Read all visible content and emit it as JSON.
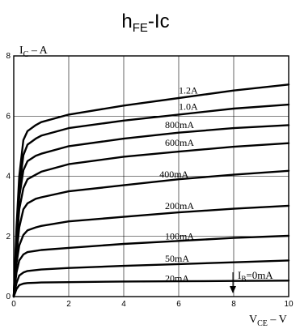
{
  "chart_data": {
    "type": "line",
    "title_main": "h",
    "title_sub": "FE",
    "title_rest": "-Ic",
    "ylabel_main": "I",
    "ylabel_sub": "C",
    "ylabel_rest": " – A",
    "xlabel_main": "V",
    "xlabel_sub": "CE",
    "xlabel_rest": " – V",
    "xlim": [
      0,
      10
    ],
    "ylim": [
      0,
      8
    ],
    "x_ticks": [
      "0",
      "2",
      "4",
      "6",
      "8",
      "10"
    ],
    "y_ticks": [
      "0",
      "2",
      "4",
      "6",
      "8"
    ],
    "grid": true,
    "series": [
      {
        "name": "20mA",
        "x": [
          0,
          0.1,
          0.2,
          0.35,
          0.5,
          0.8,
          1,
          2,
          4,
          6,
          8,
          10
        ],
        "y": [
          0,
          0.25,
          0.38,
          0.43,
          0.45,
          0.46,
          0.47,
          0.48,
          0.5,
          0.51,
          0.52,
          0.53
        ]
      },
      {
        "name": "50mA",
        "x": [
          0,
          0.1,
          0.2,
          0.35,
          0.5,
          0.8,
          1,
          2,
          4,
          6,
          8,
          10
        ],
        "y": [
          0,
          0.45,
          0.7,
          0.8,
          0.85,
          0.88,
          0.9,
          0.95,
          1.02,
          1.08,
          1.14,
          1.2
        ]
      },
      {
        "name": "100mA",
        "x": [
          0,
          0.1,
          0.2,
          0.35,
          0.5,
          0.8,
          1,
          2,
          4,
          6,
          8,
          10
        ],
        "y": [
          0,
          0.8,
          1.2,
          1.4,
          1.48,
          1.52,
          1.55,
          1.62,
          1.75,
          1.85,
          1.95,
          2.02
        ]
      },
      {
        "name": "200mA",
        "x": [
          0,
          0.1,
          0.2,
          0.35,
          0.5,
          0.8,
          1,
          2,
          4,
          6,
          8,
          10
        ],
        "y": [
          0,
          1.1,
          1.7,
          2.05,
          2.2,
          2.3,
          2.35,
          2.5,
          2.65,
          2.8,
          2.92,
          3.02
        ]
      },
      {
        "name": "400mA",
        "x": [
          0,
          0.1,
          0.2,
          0.35,
          0.5,
          0.8,
          1,
          2,
          4,
          6,
          8,
          10
        ],
        "y": [
          0,
          1.4,
          2.3,
          2.9,
          3.1,
          3.25,
          3.3,
          3.5,
          3.7,
          3.9,
          4.05,
          4.18
        ]
      },
      {
        "name": "600mA",
        "x": [
          0,
          0.1,
          0.2,
          0.35,
          0.5,
          0.8,
          1,
          2,
          4,
          6,
          8,
          10
        ],
        "y": [
          0,
          1.7,
          2.9,
          3.6,
          3.9,
          4.05,
          4.15,
          4.4,
          4.65,
          4.82,
          4.98,
          5.1
        ]
      },
      {
        "name": "800mA",
        "x": [
          0,
          0.1,
          0.2,
          0.35,
          0.5,
          0.8,
          1,
          2,
          4,
          6,
          8,
          10
        ],
        "y": [
          0,
          1.9,
          3.3,
          4.2,
          4.5,
          4.68,
          4.75,
          5.0,
          5.25,
          5.45,
          5.6,
          5.7
        ]
      },
      {
        "name": "1.0A",
        "x": [
          0,
          0.1,
          0.2,
          0.35,
          0.5,
          0.8,
          1,
          2,
          4,
          6,
          8,
          10
        ],
        "y": [
          0,
          2.1,
          3.6,
          4.7,
          5.05,
          5.25,
          5.35,
          5.6,
          5.85,
          6.05,
          6.25,
          6.38
        ]
      },
      {
        "name": "1.2A",
        "x": [
          0,
          0.1,
          0.2,
          0.35,
          0.5,
          0.8,
          1,
          2,
          4,
          6,
          8,
          10
        ],
        "y": [
          0,
          2.3,
          4.0,
          5.2,
          5.5,
          5.7,
          5.8,
          6.05,
          6.35,
          6.6,
          6.85,
          7.05
        ]
      }
    ],
    "annotations": [
      {
        "text": "1.2A",
        "x": 6.0,
        "y": 6.7
      },
      {
        "text": "1.0A",
        "x": 6.0,
        "y": 6.15
      },
      {
        "text": "800mA",
        "x": 5.5,
        "y": 5.55
      },
      {
        "text": "600mA",
        "x": 5.5,
        "y": 4.95
      },
      {
        "text": "400mA",
        "x": 5.3,
        "y": 3.9
      },
      {
        "text": "200mA",
        "x": 5.5,
        "y": 2.85
      },
      {
        "text": "100mA",
        "x": 5.5,
        "y": 1.85
      },
      {
        "text": "50mA",
        "x": 5.5,
        "y": 1.1
      },
      {
        "text": "20mA",
        "x": 5.5,
        "y": 0.45
      }
    ],
    "ib_label_main": "I",
    "ib_label_sub": "B",
    "ib_label_rest": "=0mA"
  }
}
